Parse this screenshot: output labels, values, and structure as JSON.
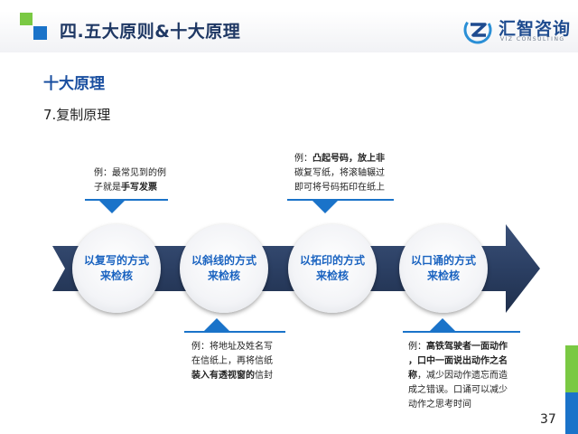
{
  "header": {
    "title": "四.五大原则&十大原理"
  },
  "logo": {
    "name": "汇智咨询",
    "subtitle": "VIZ CONSULTING"
  },
  "section": {
    "title": "十大原理",
    "subtitle": "7.复制原理"
  },
  "steps": [
    {
      "line1": "以复写的方式",
      "line2": "来检核"
    },
    {
      "line1": "以斜线的方式",
      "line2": "来检核"
    },
    {
      "line1": "以拓印的方式",
      "line2": "来检核"
    },
    {
      "line1": "以口诵的方式",
      "line2": "来检核"
    }
  ],
  "notes": {
    "n1": {
      "l1": "例：最常见到的例",
      "l2a": "子就是",
      "l2b": "手写发票"
    },
    "n2": {
      "l1": "例：将地址及姓名写",
      "l2": "在信纸上，再将信纸",
      "l3a": "装入有透视窗的",
      "l3b": "信封"
    },
    "n3": {
      "l1a": "例：",
      "l1b": "凸起号码，放上非",
      "l2": "碳复写纸，将滚轴辗过",
      "l3": "即可将号码拓印在纸上"
    },
    "n4": {
      "l1a": "例：",
      "l1b": "高铁驾驶者一面动作",
      "l2": "，口中一面说出动作之名",
      "l3a": "称",
      "l3b": "，减少因动作遗忘而造",
      "l4": "成之错误。口诵可以减少",
      "l5": "动作之思考时间"
    }
  },
  "page_number": "37",
  "colors": {
    "primary_blue": "#1a73c9",
    "dark_navy": "#2b3f63",
    "accent_green": "#7ac943",
    "title_navy": "#1f3864"
  }
}
